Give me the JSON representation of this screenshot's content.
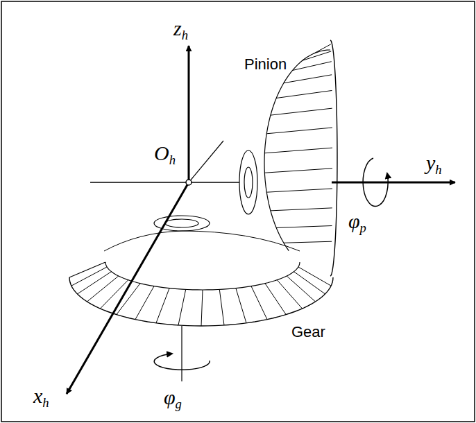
{
  "diagram": {
    "labels": [
      "zh",
      "Oh",
      "Pinion",
      "yh",
      "φp",
      "Gear",
      "xh",
      "φg"
    ]
  }
}
